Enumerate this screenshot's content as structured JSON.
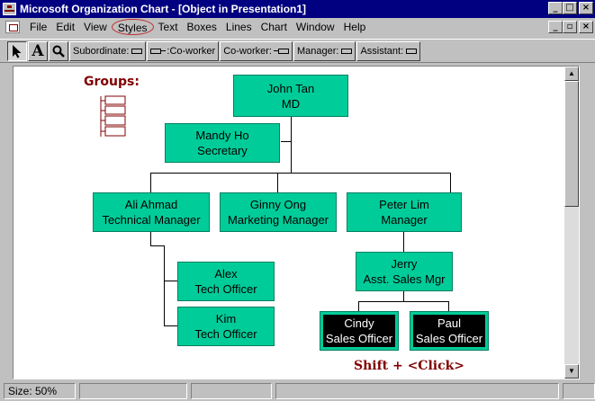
{
  "window": {
    "title": "Microsoft Organization Chart - [Object in Presentation1]",
    "controls": [
      "_",
      "□",
      "×"
    ],
    "doc_controls": [
      "_",
      "▫",
      "×"
    ]
  },
  "menu": [
    "File",
    "Edit",
    "View",
    "Styles",
    "Text",
    "Boxes",
    "Lines",
    "Chart",
    "Window",
    "Help"
  ],
  "toolbar": {
    "select_label": "",
    "text_label": "A",
    "zoom_label": "",
    "subordinate_label": "Subordinate:",
    "coworker_left_label": "Co-worker",
    "coworker_right_label": "Co-worker:",
    "manager_label": "Manager:",
    "assistant_label": "Assistant:"
  },
  "chart": {
    "groups_label": "Groups:",
    "hint_label": "Shift + <Click>",
    "boxes": {
      "john": [
        "John Tan",
        "MD"
      ],
      "mandy": [
        "Mandy Ho",
        "Secretary"
      ],
      "ali": [
        "Ali Ahmad",
        "Technical Manager"
      ],
      "ginny": [
        "Ginny Ong",
        "Marketing Manager"
      ],
      "peter": [
        "Peter Lim",
        "Manager"
      ],
      "alex": [
        "Alex",
        "Tech Officer"
      ],
      "kim": [
        "Kim",
        "Tech Officer"
      ],
      "jerry": [
        "Jerry",
        "Asst. Sales Mgr"
      ],
      "cindy": [
        "Cindy",
        "Sales Officer"
      ],
      "paul": [
        "Paul",
        "Sales Officer"
      ]
    }
  },
  "status": {
    "size_label": "Size: 50%"
  },
  "colors": {
    "title_bg": "#000080",
    "box_fill": "#00cc99",
    "label_color": "#800000"
  }
}
